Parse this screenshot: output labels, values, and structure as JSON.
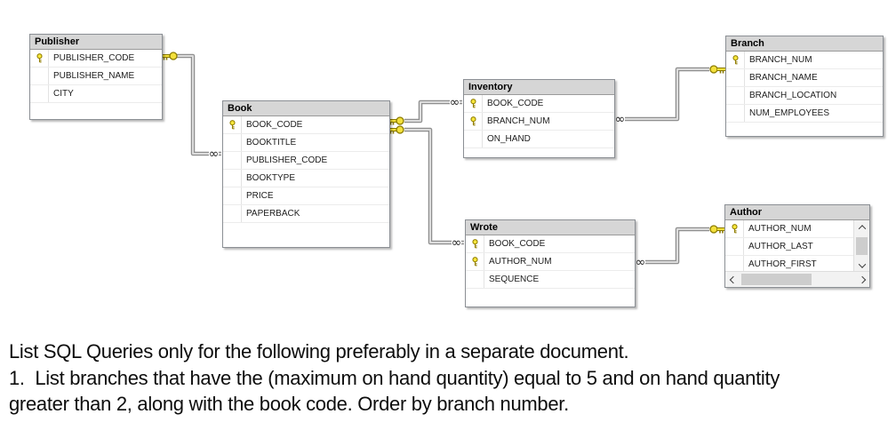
{
  "diagram": {
    "tables": [
      {
        "name": "Publisher",
        "fields": [
          {
            "label": "PUBLISHER_CODE",
            "key": true
          },
          {
            "label": "PUBLISHER_NAME",
            "key": false
          },
          {
            "label": "CITY",
            "key": false
          }
        ]
      },
      {
        "name": "Book",
        "fields": [
          {
            "label": "BOOK_CODE",
            "key": true
          },
          {
            "label": "BOOKTITLE",
            "key": false
          },
          {
            "label": "PUBLISHER_CODE",
            "key": false
          },
          {
            "label": "BOOKTYPE",
            "key": false
          },
          {
            "label": "PRICE",
            "key": false
          },
          {
            "label": "PAPERBACK",
            "key": false
          }
        ]
      },
      {
        "name": "Inventory",
        "fields": [
          {
            "label": "BOOK_CODE",
            "key": true
          },
          {
            "label": "BRANCH_NUM",
            "key": true
          },
          {
            "label": "ON_HAND",
            "key": false
          }
        ]
      },
      {
        "name": "Branch",
        "fields": [
          {
            "label": "BRANCH_NUM",
            "key": true
          },
          {
            "label": "BRANCH_NAME",
            "key": false
          },
          {
            "label": "BRANCH_LOCATION",
            "key": false
          },
          {
            "label": "NUM_EMPLOYEES",
            "key": false
          }
        ]
      },
      {
        "name": "Wrote",
        "fields": [
          {
            "label": "BOOK_CODE",
            "key": true
          },
          {
            "label": "AUTHOR_NUM",
            "key": true
          },
          {
            "label": "SEQUENCE",
            "key": false
          }
        ]
      },
      {
        "name": "Author",
        "fields": [
          {
            "label": "AUTHOR_NUM",
            "key": true
          },
          {
            "label": "AUTHOR_LAST",
            "key": false
          },
          {
            "label": "AUTHOR_FIRST",
            "key": false
          }
        ],
        "scrollbars": true
      }
    ],
    "relationships": [
      {
        "from": "Publisher",
        "from_end": "one",
        "to": "Book",
        "to_end": "many"
      },
      {
        "from": "Book",
        "from_end": "one",
        "to": "Inventory",
        "to_end": "many"
      },
      {
        "from": "Book",
        "from_end": "one",
        "to": "Wrote",
        "to_end": "many"
      },
      {
        "from": "Branch",
        "from_end": "one",
        "to": "Inventory",
        "to_end": "many"
      },
      {
        "from": "Author",
        "from_end": "one",
        "to": "Wrote",
        "to_end": "many"
      }
    ]
  },
  "icons": {
    "primary_key": "key-icon",
    "many_symbol": "∞"
  },
  "colors": {
    "table_header": "#d6d6d6",
    "table_border": "#8b8f94",
    "wire": "#8f8f8f",
    "key_gold": "#f3e03c",
    "key_outline": "#8a7a00"
  },
  "instructions": {
    "line1": "List SQL Queries only for the following preferably in a separate document.",
    "line2": "1.  List branches that have the (maximum on hand quantity) equal to 5 and on hand quantity",
    "line3": "greater than 2, along with the book code. Order by branch number."
  }
}
